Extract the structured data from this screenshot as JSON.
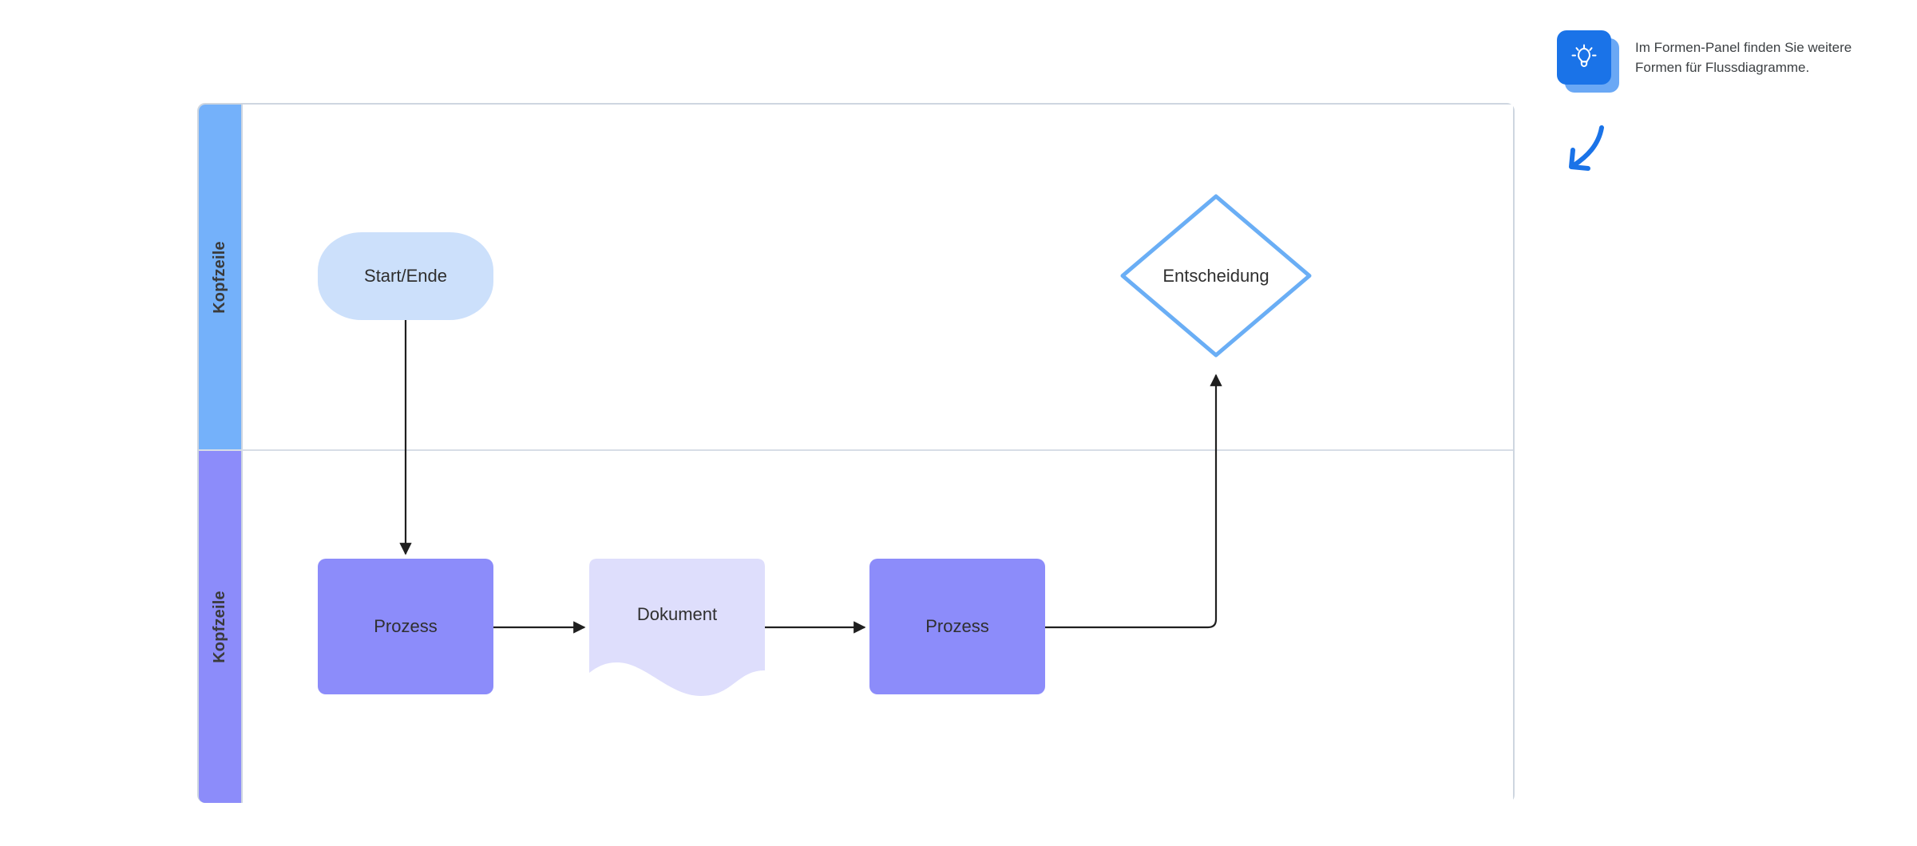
{
  "diagram": {
    "type": "swimlane-flowchart",
    "lanes": [
      {
        "label": "Kopfzeile",
        "header_color": "#74b1fa"
      },
      {
        "label": "Kopfzeile",
        "header_color": "#8c8cfa"
      }
    ],
    "shapes": [
      {
        "id": "start",
        "label": "Start/Ende",
        "shape": "terminator",
        "lane": 0,
        "fill": "#cce0fb",
        "stroke": "none"
      },
      {
        "id": "decision",
        "label": "Entscheidung",
        "shape": "diamond",
        "lane": 0,
        "fill": "#ffffff",
        "stroke": "#6aaef5"
      },
      {
        "id": "process1",
        "label": "Prozess",
        "shape": "rectangle",
        "lane": 1,
        "fill": "#8c8cfa",
        "stroke": "none"
      },
      {
        "id": "document",
        "label": "Dokument",
        "shape": "document",
        "lane": 1,
        "fill": "#dedefc",
        "stroke": "none"
      },
      {
        "id": "process2",
        "label": "Prozess",
        "shape": "rectangle",
        "lane": 1,
        "fill": "#8c8cfa",
        "stroke": "none"
      }
    ],
    "connectors": [
      {
        "from": "start",
        "to": "process1",
        "style": "straight-vertical",
        "arrowhead": "end"
      },
      {
        "from": "process1",
        "to": "document",
        "style": "straight-horizontal",
        "arrowhead": "end"
      },
      {
        "from": "document",
        "to": "process2",
        "style": "straight-horizontal",
        "arrowhead": "end"
      },
      {
        "from": "process2",
        "to": "decision",
        "style": "elbow-right-up",
        "arrowhead": "end"
      }
    ],
    "connector_color": "#1f1f1f",
    "border_color": "#ced6e0",
    "divider_color": "#d7dde6"
  },
  "tip": {
    "icon": "lightbulb-icon",
    "icon_color": "#1a73e8",
    "line1": "Im Formen-Panel finden Sie weitere",
    "line2": "Formen für Flussdiagramme.",
    "arrow": "curved-arrow-down-left",
    "arrow_color": "#1a73e8"
  }
}
